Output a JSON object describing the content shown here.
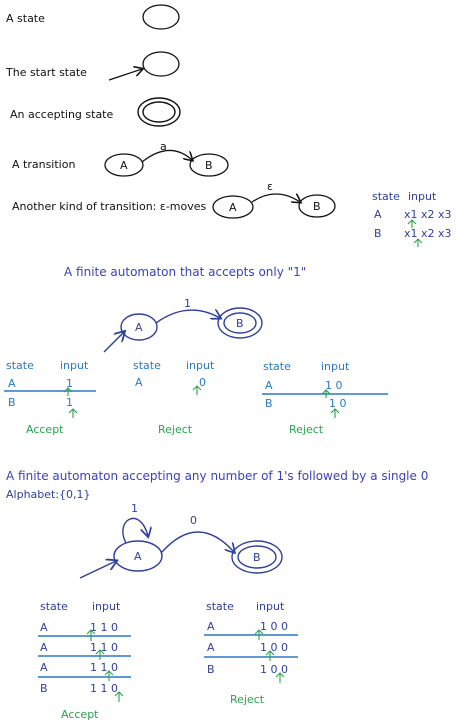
{
  "legend": {
    "state_label": "A state",
    "start_label": "The start state",
    "accepting_label": "An accepting state",
    "transition_label": "A transition",
    "transition_symbol": "a",
    "transition_from": "A",
    "transition_to": "B",
    "epsilon_label": "Another kind of transition: ε-moves",
    "epsilon_symbol": "ε",
    "epsilon_from": "A",
    "epsilon_to": "B"
  },
  "input_table_top": {
    "header_state": "state",
    "header_input": "input",
    "rows": [
      {
        "state": "A",
        "input": "x1 x2 x3"
      },
      {
        "state": "B",
        "input": "x1 x2 x3"
      }
    ]
  },
  "automaton1": {
    "title": "A finite automaton that accepts only \"1\"",
    "edge_label": "1",
    "node_a": "A",
    "node_b": "B",
    "traces": [
      {
        "header_state": "state",
        "header_input": "input",
        "rows": [
          {
            "state": "A",
            "input": "1"
          },
          {
            "state": "B",
            "input": "1"
          }
        ],
        "result": "Accept"
      },
      {
        "header_state": "state",
        "header_input": "input",
        "rows": [
          {
            "state": "A",
            "input": "0"
          }
        ],
        "result": "Reject"
      },
      {
        "header_state": "state",
        "header_input": "input",
        "rows": [
          {
            "state": "A",
            "input": "1 0"
          },
          {
            "state": "B",
            "input": "1 0"
          }
        ],
        "result": "Reject"
      }
    ]
  },
  "automaton2": {
    "title": "A finite automaton accepting any number of 1's followed by a single 0",
    "alphabet": "Alphabet:{0,1}",
    "loop_label": "1",
    "edge_label": "0",
    "node_a": "A",
    "node_b": "B",
    "traces": [
      {
        "header_state": "state",
        "header_input": "input",
        "rows": [
          {
            "state": "A",
            "input": "1 1 0"
          },
          {
            "state": "A",
            "input": "1 1 0"
          },
          {
            "state": "A",
            "input": "1 1 0"
          },
          {
            "state": "B",
            "input": "1 1 0"
          }
        ],
        "result": "Accept"
      },
      {
        "header_state": "state",
        "header_input": "input",
        "rows": [
          {
            "state": "A",
            "input": "1 0 0"
          },
          {
            "state": "A",
            "input": "1 0 0"
          },
          {
            "state": "B",
            "input": "1 0 0"
          }
        ],
        "result": "Reject"
      }
    ]
  },
  "colors": {
    "black": "#111111",
    "navy": "#2f3f9e",
    "blue": "#2a79c4",
    "purple": "#3b3fbf",
    "green": "#27a34a"
  }
}
